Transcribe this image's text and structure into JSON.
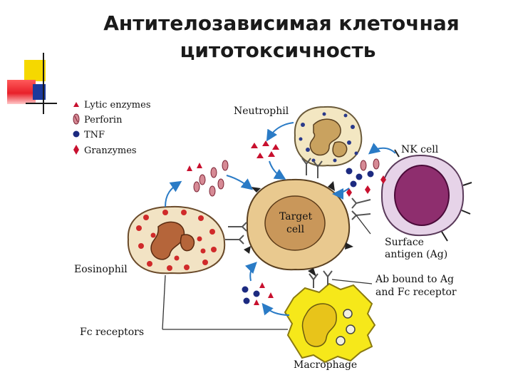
{
  "title": {
    "line1": "Антителозависимая клеточная",
    "line2": "цитотоксичность"
  },
  "legend": {
    "items": [
      {
        "symbol": "triangle",
        "label": "Lytic enzymes",
        "color": "#c8102e"
      },
      {
        "symbol": "perforin",
        "label": "Perforin",
        "color": "#b5485a"
      },
      {
        "symbol": "circle",
        "label": "TNF",
        "color": "#1c2a80"
      },
      {
        "symbol": "diamond",
        "label": "Granzymes",
        "color": "#c8102e"
      }
    ]
  },
  "cells": {
    "neutrophil": "Neutrophil",
    "nk_cell": "NK cell",
    "target_line1": "Target",
    "target_line2": "cell",
    "eosinophil": "Eosinophil",
    "macrophage": "Macrophage"
  },
  "annotations": {
    "surface_antigen_line1": "Surface",
    "surface_antigen_line2": "antigen (Ag)",
    "ab_bound_line1": "Ab bound to Ag",
    "ab_bound_line2": "and Fc receptor",
    "fc_receptors": "Fc receptors"
  },
  "colors": {
    "accent_yellow": "#f5d800",
    "accent_red": "#e8202a",
    "accent_blue": "#1c3a9c",
    "target_fill": "#e9c98f",
    "neutrophil_fill": "#f3e7c2",
    "nk_fill": "#e6d3e8",
    "eosinophil_fill": "#f2e3c4",
    "macrophage_fill": "#f6e81a",
    "arrow": "#2a7bc6"
  }
}
